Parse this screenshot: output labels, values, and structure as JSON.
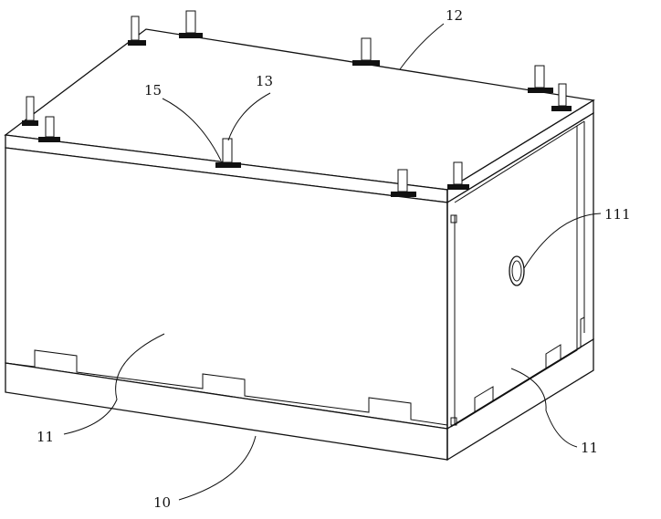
{
  "figure": {
    "labels": {
      "box": "10",
      "front_side": "11",
      "right_side": "11",
      "port": "111",
      "top": "12",
      "bracket": "13",
      "base_plate": "15"
    },
    "line_color": "#111111",
    "background": "#ffffff"
  }
}
